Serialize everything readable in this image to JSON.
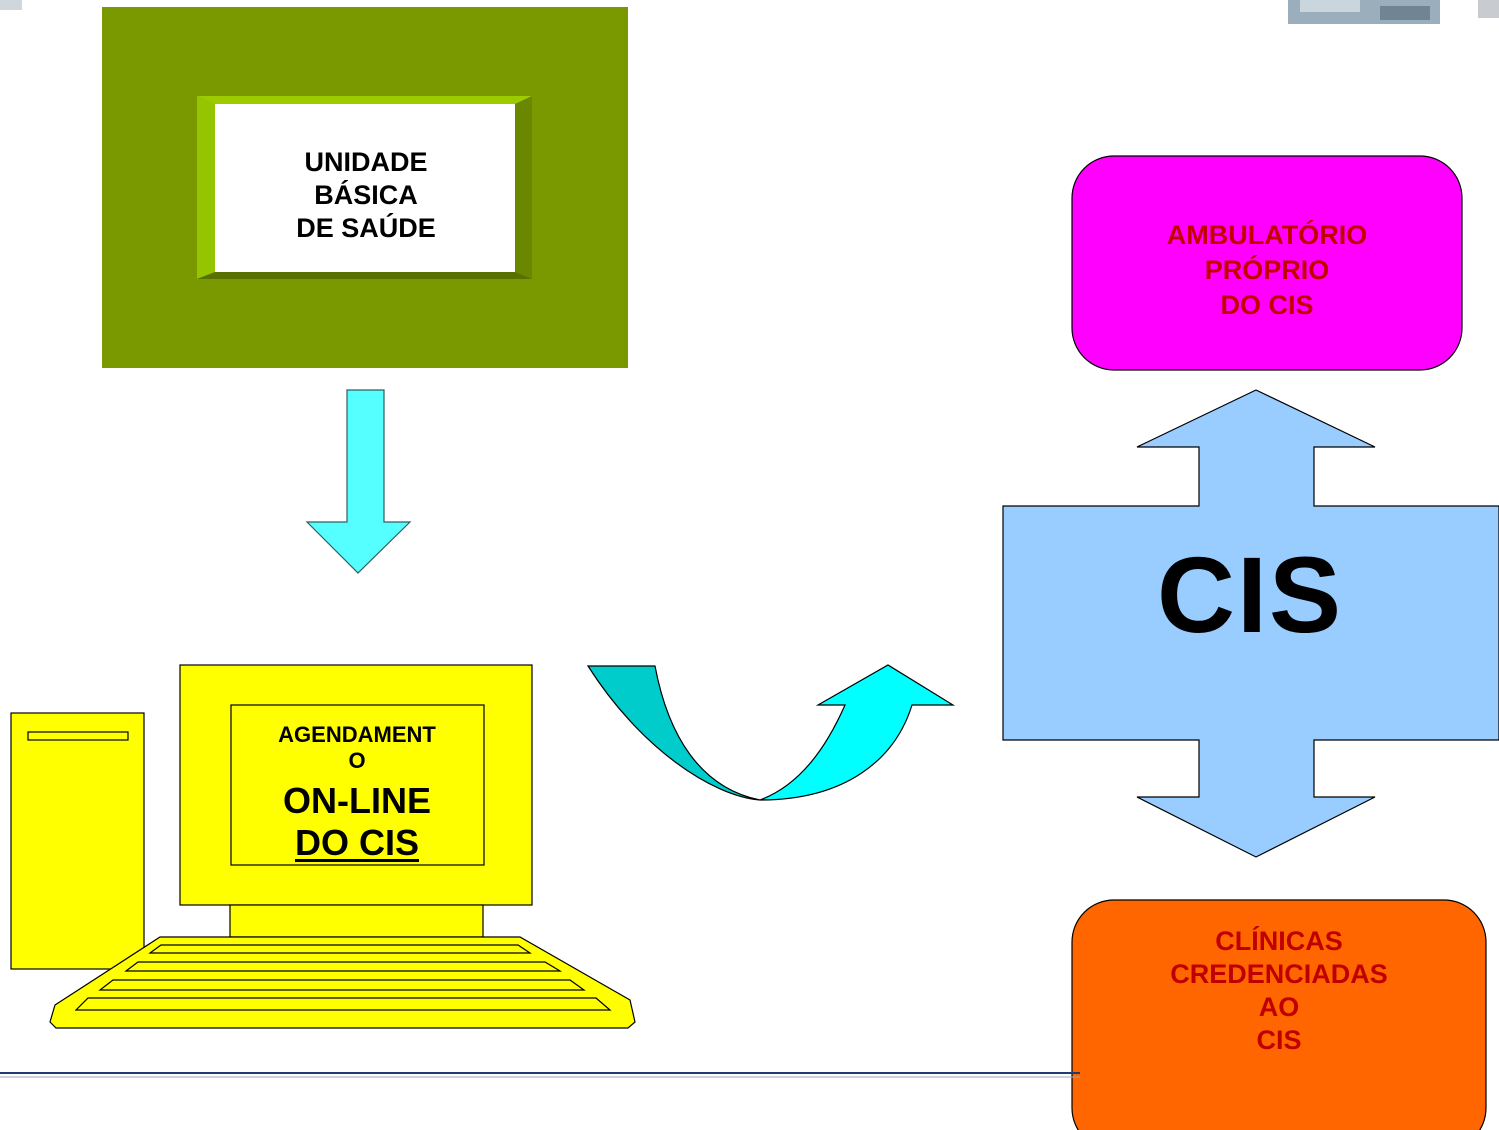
{
  "ubs": {
    "lines": [
      "UNIDADE",
      "BÁSICA",
      "DE SAÚDE"
    ]
  },
  "ambulatorio": {
    "lines": [
      "AMBULATÓRIO",
      "PRÓPRIO",
      "DO CIS"
    ]
  },
  "cis_center": {
    "label": "CIS"
  },
  "clinicas": {
    "lines": [
      "CLÍNICAS",
      "CREDENCIADAS",
      "AO",
      "CIS"
    ]
  },
  "agendamento": {
    "title_lines": [
      "AGENDAMENT",
      "O"
    ],
    "subtitle_lines": [
      "ON-LINE",
      "DO CIS"
    ]
  },
  "colors": {
    "ubs_frame": "#7a9900",
    "ubs_bevel": "#86b800",
    "computer": "#ffff00",
    "down_arrow": "#55ffff",
    "curved_arrow": "#00ffff",
    "cis_shape": "#99ccff",
    "ambulatorio_box": "#ff00ff",
    "clinicas_box": "#ff6600",
    "box_text": "#c00000",
    "footer_line": "#1f3b70"
  },
  "icons": [
    "desktop-computer-icon",
    "down-arrow-icon",
    "curved-arrow-icon",
    "double-arrow-icon"
  ]
}
